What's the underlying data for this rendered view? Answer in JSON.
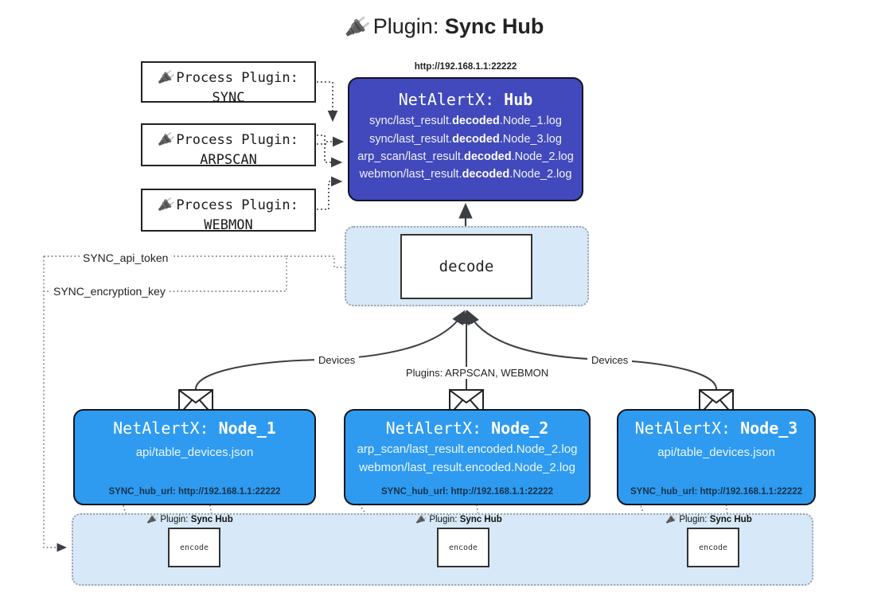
{
  "title": {
    "icon": "plug-icon",
    "prefix": "Plugin: ",
    "name": "Sync Hub"
  },
  "process_plugins": [
    {
      "icon": "plug-icon",
      "line1": "Process Plugin:",
      "line2": "SYNC"
    },
    {
      "icon": "plug-icon",
      "line1": "Process Plugin:",
      "line2": "ARPSCAN"
    },
    {
      "icon": "plug-icon",
      "line1": "Process Plugin:",
      "line2": "WEBMON"
    }
  ],
  "hub": {
    "url": "http://192.168.1.1:22222",
    "title_prefix": "NetAlertX: ",
    "title_name": "Hub",
    "lines": [
      {
        "pre": "sync/last_result.",
        "mid": "decoded",
        "post": ".Node_1.log"
      },
      {
        "pre": "sync/last_result.",
        "mid": "decoded",
        "post": ".Node_3.log"
      },
      {
        "pre": "arp_scan/last_result.",
        "mid": "decoded",
        "post": ".Node_2.log"
      },
      {
        "pre": "webmon/last_result.",
        "mid": "decoded",
        "post": ".Node_2.log"
      }
    ]
  },
  "decode": {
    "label": "decode"
  },
  "keys": {
    "api_token": "SYNC_api_token",
    "encryption_key": "SYNC_encryption_key"
  },
  "edge_labels": {
    "devices_left": "Devices",
    "devices_right": "Devices",
    "plugins_center": "Plugins: ARPSCAN, WEBMON"
  },
  "nodes": [
    {
      "title_prefix": "NetAlertX: ",
      "title_name": "Node_1",
      "lines": [
        "api/table_devices.json"
      ],
      "hub_url_label": "SYNC_hub_url: http://192.168.1.1:22222",
      "envelope_icon": "envelope-icon"
    },
    {
      "title_prefix": "NetAlertX: ",
      "title_name": "Node_2",
      "lines": [
        "arp_scan/last_result.encoded.Node_2.log",
        "webmon/last_result.encoded.Node_2.log"
      ],
      "hub_url_label": "SYNC_hub_url: http://192.168.1.1:22222",
      "envelope_icon": "envelope-icon"
    },
    {
      "title_prefix": "NetAlertX: ",
      "title_name": "Node_3",
      "lines": [
        "api/table_devices.json"
      ],
      "hub_url_label": "SYNC_hub_url: http://192.168.1.1:22222",
      "envelope_icon": "envelope-icon"
    }
  ],
  "encoders": [
    {
      "caption_prefix": "Plugin: ",
      "caption_name": "Sync Hub",
      "label": "encode",
      "icon": "plug-icon"
    },
    {
      "caption_prefix": "Plugin: ",
      "caption_name": "Sync Hub",
      "label": "encode",
      "icon": "plug-icon"
    },
    {
      "caption_prefix": "Plugin: ",
      "caption_name": "Sync Hub",
      "label": "encode",
      "icon": "plug-icon"
    }
  ],
  "colors": {
    "hub_bg": "#4149bd",
    "node_bg": "#2e9bf0",
    "region_bg": "#d7e9f8",
    "stroke": "#333333",
    "dotted": "#9aa4ad"
  }
}
